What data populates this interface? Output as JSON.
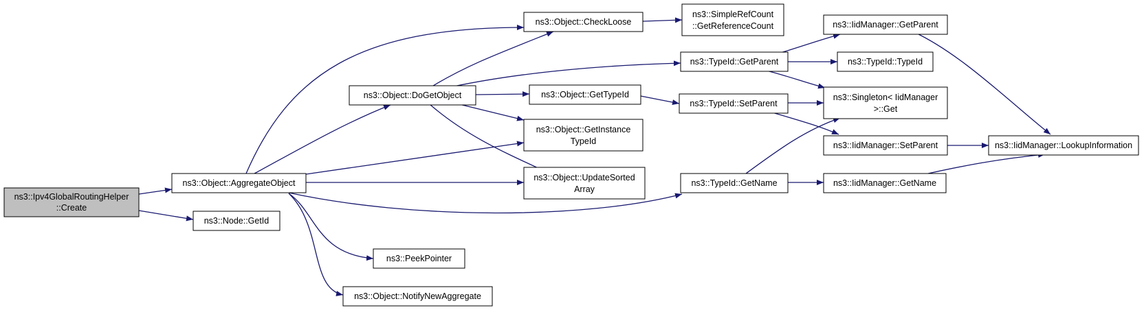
{
  "colors": {
    "edge": "#191970",
    "root_fill": "#bfbfbf",
    "node_fill": "#ffffff",
    "node_stroke": "#000000"
  },
  "nodes": {
    "create": [
      "ns3::Ipv4GlobalRoutingHelper",
      "::Create"
    ],
    "aggregate": [
      "ns3::Object::AggregateObject"
    ],
    "getid": [
      "ns3::Node::GetId"
    ],
    "dogetobject": [
      "ns3::Object::DoGetObject"
    ],
    "peekpointer": [
      "ns3::PeekPointer"
    ],
    "notify": [
      "ns3::Object::NotifyNewAggregate"
    ],
    "checkloose": [
      "ns3::Object::CheckLoose"
    ],
    "gettypeid": [
      "ns3::Object::GetTypeId"
    ],
    "getinstance": [
      "ns3::Object::GetInstance",
      "TypeId"
    ],
    "updatesorted": [
      "ns3::Object::UpdateSorted",
      "Array"
    ],
    "refcount": [
      "ns3::SimpleRefCount",
      "::GetReferenceCount"
    ],
    "tid_getparent": [
      "ns3::TypeId::GetParent"
    ],
    "tid_setparent": [
      "ns3::TypeId::SetParent"
    ],
    "tid_getname": [
      "ns3::TypeId::GetName"
    ],
    "iid_getparent": [
      "ns3::IidManager::GetParent"
    ],
    "tid_typeid": [
      "ns3::TypeId::TypeId"
    ],
    "singleton": [
      "ns3::Singleton< IidManager",
      ">::Get"
    ],
    "iid_setparent": [
      "ns3::IidManager::SetParent"
    ],
    "iid_getname": [
      "ns3::IidManager::GetName"
    ],
    "lookup": [
      "ns3::IidManager::LookupInformation"
    ]
  }
}
